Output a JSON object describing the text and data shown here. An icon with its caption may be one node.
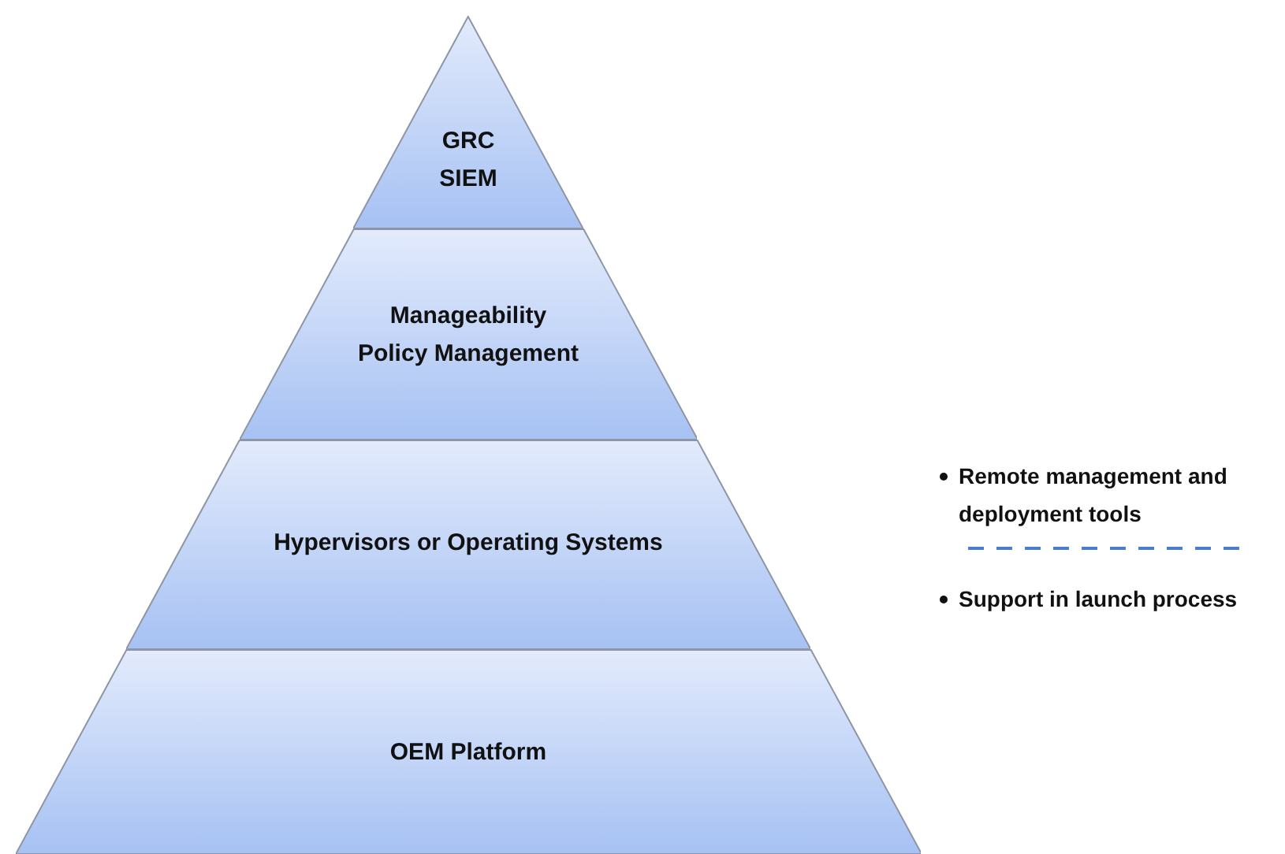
{
  "diagram": {
    "nodes": [
      {
        "text": [
          "GRC",
          "SIEM"
        ]
      },
      {
        "text": [
          "Manageability",
          "Policy Management"
        ]
      },
      {
        "text": [
          "Hypervisors or Operating Systems"
        ]
      },
      {
        "text": [
          "OEM Platform"
        ]
      }
    ],
    "labels": [
      "Remote management and deployment tools",
      "Support in launch process"
    ]
  }
}
